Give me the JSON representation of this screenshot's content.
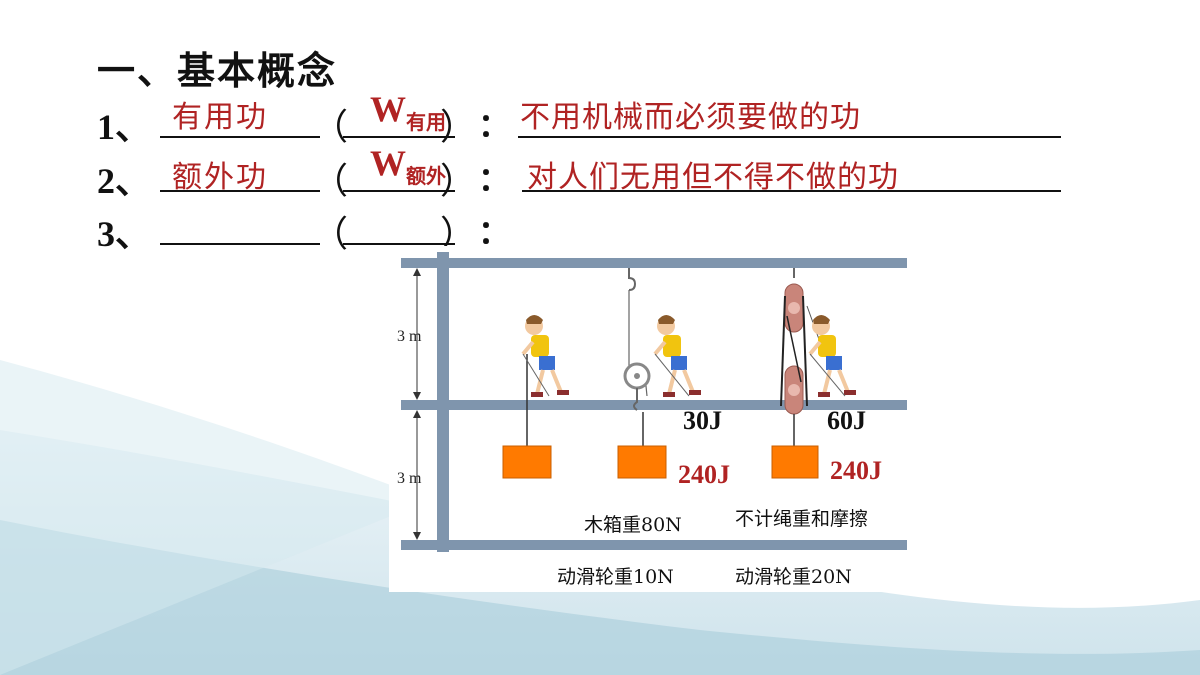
{
  "heading": "一、基本概念",
  "rows": [
    {
      "num": "1、",
      "term": "有用功",
      "sym_main": "W",
      "sym_sub": "有用",
      "colon": "：",
      "def": "不用机械而必须要做的功"
    },
    {
      "num": "2、",
      "term": "额外功",
      "sym_main": "W",
      "sym_sub": "额外",
      "colon": "：",
      "def": "对人们无用但不得不做的功"
    },
    {
      "num": "3、",
      "term": "",
      "sym_main": "",
      "sym_sub": "",
      "colon": "：",
      "def": ""
    }
  ],
  "paren_open": "（",
  "paren_close": "）",
  "figure": {
    "height_top": "3 m",
    "height_bottom": "3 m",
    "work_30": "30J",
    "work_60": "60J",
    "work_240_a": "240J",
    "work_240_b": "240J",
    "box_weight": "木箱重80N",
    "note": "不计绳重和摩擦",
    "pulley_10": "动滑轮重10N",
    "pulley_20": "动滑轮重20N"
  },
  "colors": {
    "accent_red": "#b02323",
    "box_orange": "#ff7a00",
    "bar_blue": "#7f95ad"
  }
}
